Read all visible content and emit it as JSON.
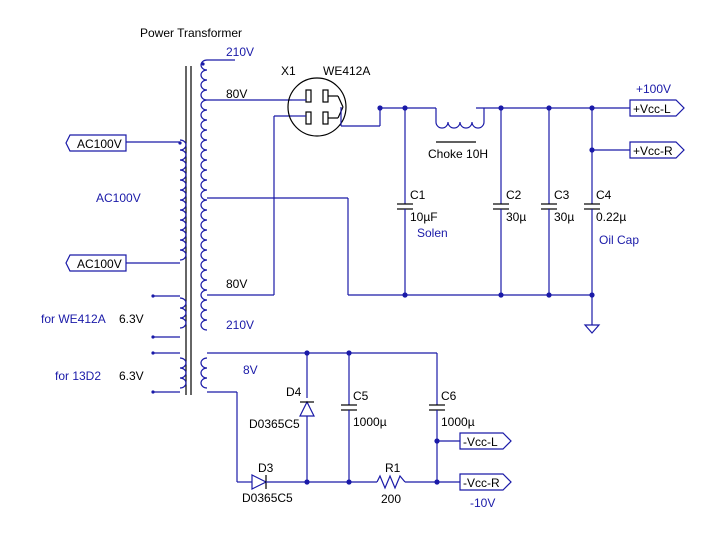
{
  "title": "Power Transformer",
  "tube": {
    "ref": "X1",
    "part": "WE412A"
  },
  "taps": {
    "t210_top": "210V",
    "t80_top": "80V",
    "t80_bot": "80V",
    "t210_bot": "210V",
    "t8": "8V"
  },
  "primary": {
    "in_top": "AC100V",
    "center": "AC100V",
    "in_bot": "AC100V"
  },
  "heaters": {
    "h1_label": "for WE412A",
    "h1_volt": "6.3V",
    "h2_label": "for 13D2",
    "h2_volt": "6.3V"
  },
  "choke": "Choke 10H",
  "caps": {
    "c1_ref": "C1",
    "c1_val": "10µF",
    "c1_note": "Solen",
    "c2_ref": "C2",
    "c2_val": "30µ",
    "c3_ref": "C3",
    "c3_val": "30µ",
    "c4_ref": "C4",
    "c4_val": "0.22µ",
    "c4_note": "Oil Cap",
    "c5_ref": "C5",
    "c5_val": "1000µ",
    "c6_ref": "C6",
    "c6_val": "1000µ"
  },
  "diodes": {
    "d4_ref": "D4",
    "d4_part": "D0365C5",
    "d3_ref": "D3",
    "d3_part": "D0365C5"
  },
  "resistor": {
    "ref": "R1",
    "val": "200"
  },
  "outputs": {
    "pos_voltage": "+100V",
    "vcc_l_pos": "+Vcc-L",
    "vcc_r_pos": "+Vcc-R",
    "vcc_l_neg": "-Vcc-L",
    "vcc_r_neg": "-Vcc-R",
    "neg_voltage": "-10V"
  },
  "colors": {
    "wire": "#1a1aa8",
    "text": "#000000"
  }
}
